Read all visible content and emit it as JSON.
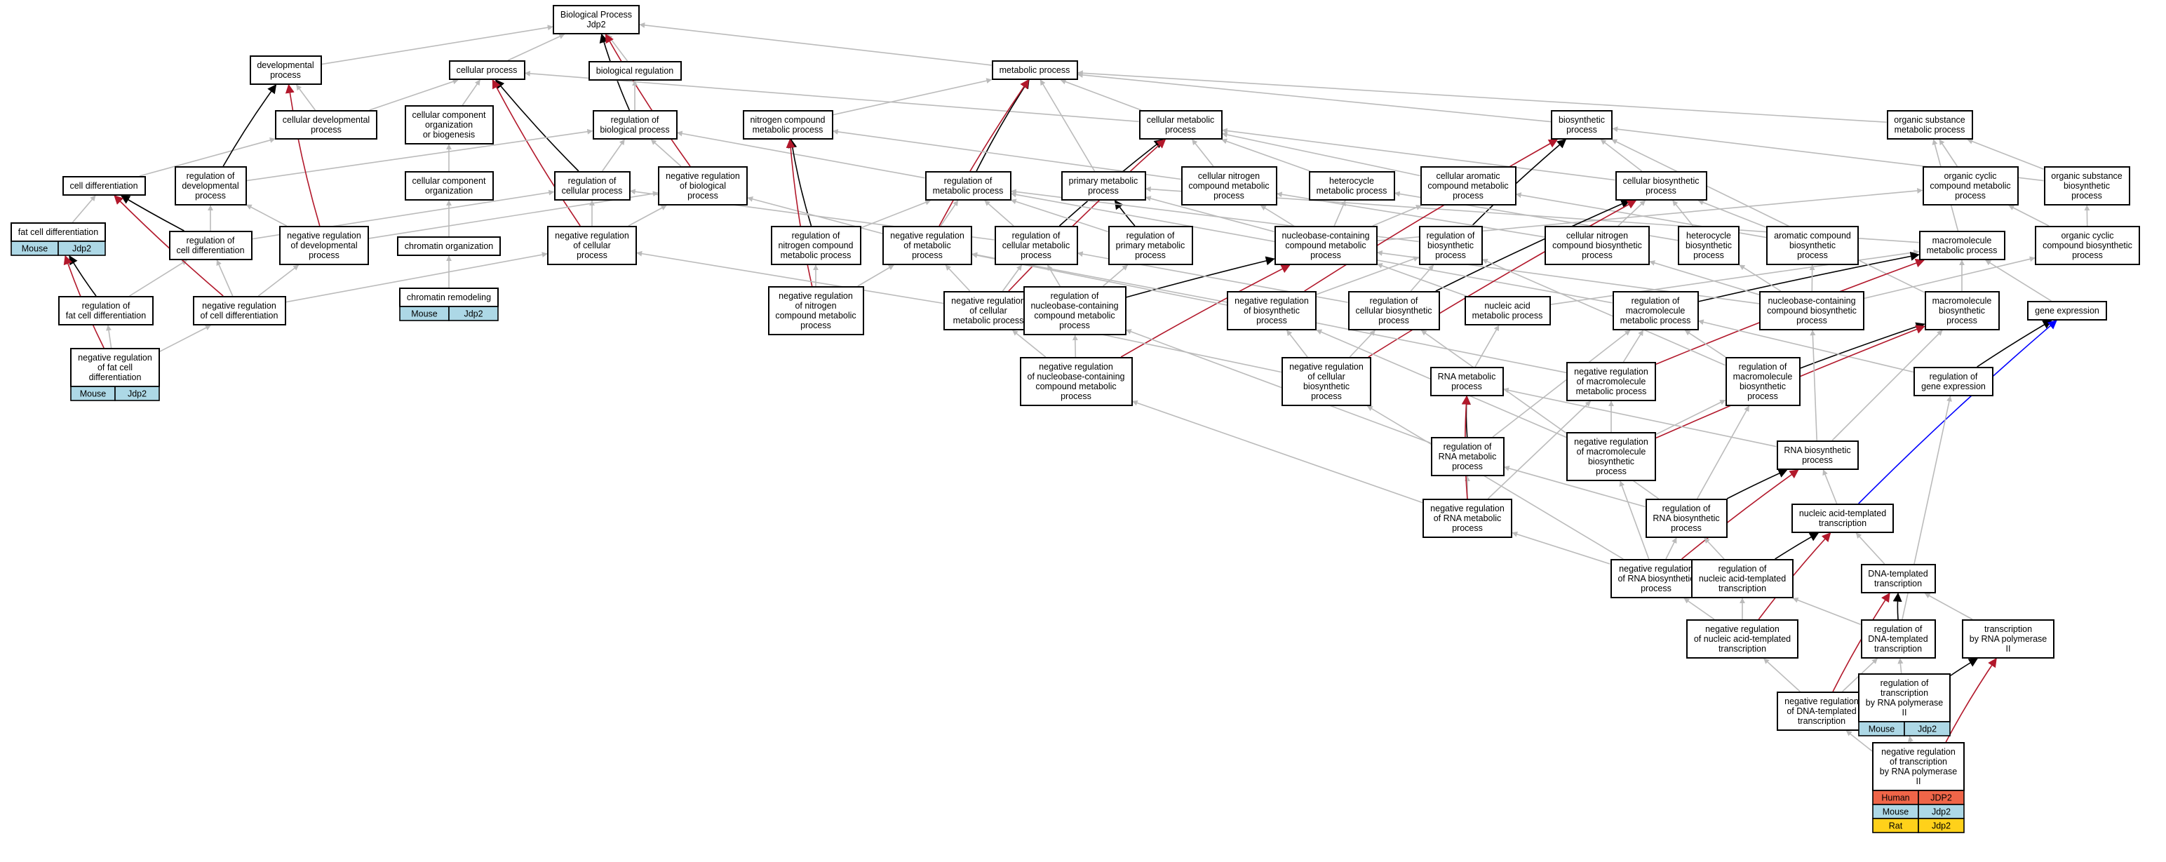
{
  "colors": {
    "edge_isa": "#bbbbbb",
    "edge_regulates": "#000000",
    "edge_negatively_regulates": "#b2182b",
    "edge_highlight": "#0000ff",
    "human": "#ef6548",
    "mouse": "#add8e6",
    "rat": "#ffd11a"
  },
  "nodes": [
    {
      "id": "bp",
      "label": "Biological Process\nJdp2"
    },
    {
      "id": "devproc",
      "label": "developmental\nprocess"
    },
    {
      "id": "cellproc",
      "label": "cellular process"
    },
    {
      "id": "bioreg",
      "label": "biological regulation"
    },
    {
      "id": "metproc",
      "label": "metabolic process"
    },
    {
      "id": "celldev",
      "label": "cellular developmental\nprocess"
    },
    {
      "id": "ccob",
      "label": "cellular component\norganization\nor biogenesis"
    },
    {
      "id": "regbio",
      "label": "regulation of\nbiological process"
    },
    {
      "id": "ncmp",
      "label": "nitrogen compound\nmetabolic process"
    },
    {
      "id": "cmp",
      "label": "cellular metabolic\nprocess"
    },
    {
      "id": "biosyn",
      "label": "biosynthetic\nprocess"
    },
    {
      "id": "osmp",
      "label": "organic substance\nmetabolic process"
    },
    {
      "id": "celldiff",
      "label": "cell differentiation"
    },
    {
      "id": "regdev",
      "label": "regulation of\ndevelopmental\nprocess"
    },
    {
      "id": "cco",
      "label": "cellular component\norganization"
    },
    {
      "id": "regcell",
      "label": "regulation of\ncellular process"
    },
    {
      "id": "negregbio",
      "label": "negative regulation\nof biological\nprocess"
    },
    {
      "id": "regmet",
      "label": "regulation of\nmetabolic process"
    },
    {
      "id": "cncmp",
      "label": "cellular nitrogen\ncompound metabolic\nprocess"
    },
    {
      "id": "hmp",
      "label": "heterocycle\nmetabolic process"
    },
    {
      "id": "cacmp",
      "label": "cellular aromatic\ncompound metabolic\nprocess"
    },
    {
      "id": "cbp",
      "label": "cellular biosynthetic\nprocess"
    },
    {
      "id": "occmp",
      "label": "organic cyclic\ncompound metabolic\nprocess"
    },
    {
      "id": "osbp",
      "label": "organic substance\nbiosynthetic\nprocess"
    },
    {
      "id": "fcd",
      "label": "fat cell differentiation"
    },
    {
      "id": "regcelldiff",
      "label": "regulation of\ncell differentiation"
    },
    {
      "id": "negregdev",
      "label": "negative regulation\nof developmental\nprocess"
    },
    {
      "id": "chromorg",
      "label": "chromatin organization"
    },
    {
      "id": "negregcell",
      "label": "negative regulation\nof cellular\nprocess"
    },
    {
      "id": "regncmp",
      "label": "regulation of\nnitrogen compound\nmetabolic process"
    },
    {
      "id": "negregmet",
      "label": "negative regulation\nof metabolic\nprocess"
    },
    {
      "id": "regcmp",
      "label": "regulation of\ncellular metabolic\nprocess"
    },
    {
      "id": "pmp",
      "label": "primary metabolic\nprocess"
    },
    {
      "id": "regpmp",
      "label": "regulation of\nprimary metabolic\nprocess"
    },
    {
      "id": "nbcmp",
      "label": "nucleobase-containing\ncompound metabolic\nprocess"
    },
    {
      "id": "regbiosyn",
      "label": "regulation of\nbiosynthetic\nprocess"
    },
    {
      "id": "cncbp",
      "label": "cellular nitrogen\ncompound biosynthetic\nprocess"
    },
    {
      "id": "hbp",
      "label": "heterocycle\nbiosynthetic\nprocess"
    },
    {
      "id": "acbp",
      "label": "aromatic compound\nbiosynthetic\nprocess"
    },
    {
      "id": "mmp",
      "label": "macromolecule\nmetabolic process"
    },
    {
      "id": "occbp",
      "label": "organic cyclic\ncompound biosynthetic\nprocess"
    },
    {
      "id": "regfcd",
      "label": "regulation of\nfat cell differentiation"
    },
    {
      "id": "negregcelldiff",
      "label": "negative regulation\nof cell differentiation"
    },
    {
      "id": "chromrem",
      "label": "chromatin remodeling"
    },
    {
      "id": "negregncmp",
      "label": "negative regulation\nof nitrogen\ncompound metabolic\nprocess"
    },
    {
      "id": "negregcmp",
      "label": "negative regulation\nof cellular\nmetabolic process"
    },
    {
      "id": "regnbcmp",
      "label": "regulation of\nnucleobase-containing\ncompound metabolic\nprocess"
    },
    {
      "id": "negregbiosyn",
      "label": "negative regulation\nof biosynthetic\nprocess"
    },
    {
      "id": "regcbp",
      "label": "regulation of\ncellular biosynthetic\nprocess"
    },
    {
      "id": "namp",
      "label": "nucleic acid\nmetabolic process"
    },
    {
      "id": "regmmp",
      "label": "regulation of\nmacromolecule\nmetabolic process"
    },
    {
      "id": "nbcbp",
      "label": "nucleobase-containing\ncompound biosynthetic\nprocess"
    },
    {
      "id": "mbp",
      "label": "macromolecule\nbiosynthetic\nprocess"
    },
    {
      "id": "geneexp",
      "label": "gene expression"
    },
    {
      "id": "negregfcd",
      "label": "negative regulation\nof fat cell\ndifferentiation"
    },
    {
      "id": "negregnbcmp",
      "label": "negative regulation\nof nucleobase-containing\ncompound metabolic\nprocess"
    },
    {
      "id": "negregcbp",
      "label": "negative regulation\nof cellular\nbiosynthetic\nprocess"
    },
    {
      "id": "rnamp",
      "label": "RNA metabolic\nprocess"
    },
    {
      "id": "negregmmp",
      "label": "negative regulation\nof macromolecule\nmetabolic process"
    },
    {
      "id": "regmbp",
      "label": "regulation of\nmacromolecule\nbiosynthetic\nprocess"
    },
    {
      "id": "reggeneexp",
      "label": "regulation of\ngene expression"
    },
    {
      "id": "regrnamp",
      "label": "regulation of\nRNA metabolic\nprocess"
    },
    {
      "id": "negregmbp",
      "label": "negative regulation\nof macromolecule\nbiosynthetic\nprocess"
    },
    {
      "id": "rnabp",
      "label": "RNA biosynthetic\nprocess"
    },
    {
      "id": "negregrnamp",
      "label": "negative regulation\nof RNA metabolic\nprocess"
    },
    {
      "id": "regrnabp",
      "label": "regulation of\nRNA biosynthetic\nprocess"
    },
    {
      "id": "natt",
      "label": "nucleic acid-templated\ntranscription"
    },
    {
      "id": "negregrnabp",
      "label": "negative regulation\nof RNA biosynthetic\nprocess"
    },
    {
      "id": "regnatt",
      "label": "regulation of\nnucleic acid-templated\ntranscription"
    },
    {
      "id": "dtt",
      "label": "DNA-templated\ntranscription"
    },
    {
      "id": "negregnatt",
      "label": "negative regulation\nof nucleic acid-templated\ntranscription"
    },
    {
      "id": "regdtt",
      "label": "regulation of\nDNA-templated\ntranscription"
    },
    {
      "id": "trnap2",
      "label": "transcription\nby RNA polymerase\nII"
    },
    {
      "id": "negregdtt",
      "label": "negative regulation\nof DNA-templated\ntranscription"
    },
    {
      "id": "regtrnap2",
      "label": "regulation of\ntranscription\nby RNA polymerase\nII"
    },
    {
      "id": "negregtrnap2",
      "label": "negative regulation\nof transcription\nby RNA polymerase\nII"
    }
  ],
  "annotations": [
    {
      "node": "fcd",
      "rows": [
        [
          "Mouse",
          "Jdp2"
        ]
      ],
      "species": [
        "mouse"
      ]
    },
    {
      "node": "negregfcd",
      "rows": [
        [
          "Mouse",
          "Jdp2"
        ]
      ],
      "species": [
        "mouse"
      ]
    },
    {
      "node": "chromrem",
      "rows": [
        [
          "Mouse",
          "Jdp2"
        ]
      ],
      "species": [
        "mouse"
      ]
    },
    {
      "node": "regtrnap2",
      "rows": [
        [
          "Mouse",
          "Jdp2"
        ]
      ],
      "species": [
        "mouse"
      ]
    },
    {
      "node": "negregtrnap2",
      "rows": [
        [
          "Human",
          "JDP2"
        ],
        [
          "Mouse",
          "Jdp2"
        ],
        [
          "Rat",
          "Jdp2"
        ]
      ],
      "species": [
        "human",
        "mouse",
        "rat"
      ]
    }
  ],
  "edges": [
    [
      "devproc",
      "bp",
      "i"
    ],
    [
      "cellproc",
      "bp",
      "i"
    ],
    [
      "bioreg",
      "bp",
      "i"
    ],
    [
      "metproc",
      "bp",
      "i"
    ],
    [
      "regbio",
      "bp",
      "r"
    ],
    [
      "negregbio",
      "bp",
      "n"
    ],
    [
      "celldev",
      "devproc",
      "i"
    ],
    [
      "celldev",
      "cellproc",
      "i"
    ],
    [
      "ccob",
      "cellproc",
      "i"
    ],
    [
      "regbio",
      "bioreg",
      "i"
    ],
    [
      "regcell",
      "regbio",
      "i"
    ],
    [
      "negregbio",
      "regbio",
      "i"
    ],
    [
      "regcell",
      "cellproc",
      "r"
    ],
    [
      "negregcell",
      "cellproc",
      "n"
    ],
    [
      "ncmp",
      "metproc",
      "i"
    ],
    [
      "cmp",
      "metproc",
      "i"
    ],
    [
      "biosyn",
      "metproc",
      "i"
    ],
    [
      "osmp",
      "metproc",
      "i"
    ],
    [
      "cmp",
      "cellproc",
      "i"
    ],
    [
      "pmp",
      "metproc",
      "i"
    ],
    [
      "regmet",
      "regbio",
      "i"
    ],
    [
      "regmet",
      "metproc",
      "r"
    ],
    [
      "negregmet",
      "metproc",
      "n"
    ],
    [
      "celldiff",
      "celldev",
      "i"
    ],
    [
      "regdev",
      "regbio",
      "i"
    ],
    [
      "regdev",
      "devproc",
      "r"
    ],
    [
      "negregdev",
      "devproc",
      "n"
    ],
    [
      "cco",
      "ccob",
      "i"
    ],
    [
      "chromorg",
      "cco",
      "i"
    ],
    [
      "chromrem",
      "chromorg",
      "i"
    ],
    [
      "negregcell",
      "regcell",
      "i"
    ],
    [
      "negregcell",
      "negregbio",
      "i"
    ],
    [
      "fcd",
      "celldiff",
      "i"
    ],
    [
      "regcelldiff",
      "regdev",
      "i"
    ],
    [
      "regcelldiff",
      "regcell",
      "i"
    ],
    [
      "regcelldiff",
      "celldiff",
      "r"
    ],
    [
      "negregdev",
      "regdev",
      "i"
    ],
    [
      "negregdev",
      "negregbio",
      "i"
    ],
    [
      "regfcd",
      "regcelldiff",
      "i"
    ],
    [
      "regfcd",
      "fcd",
      "r"
    ],
    [
      "negregcelldiff",
      "regcelldiff",
      "i"
    ],
    [
      "negregcelldiff",
      "negregdev",
      "i"
    ],
    [
      "negregcelldiff",
      "negregcell",
      "i"
    ],
    [
      "negregcelldiff",
      "celldiff",
      "n"
    ],
    [
      "negregfcd",
      "regfcd",
      "i"
    ],
    [
      "negregfcd",
      "negregcelldiff",
      "i"
    ],
    [
      "negregfcd",
      "fcd",
      "n"
    ],
    [
      "cncmp",
      "ncmp",
      "i"
    ],
    [
      "cncmp",
      "cmp",
      "i"
    ],
    [
      "hmp",
      "cmp",
      "i"
    ],
    [
      "cacmp",
      "cmp",
      "i"
    ],
    [
      "cbp",
      "cmp",
      "i"
    ],
    [
      "cbp",
      "biosyn",
      "i"
    ],
    [
      "occmp",
      "osmp",
      "i"
    ],
    [
      "osbp",
      "osmp",
      "i"
    ],
    [
      "osbp",
      "biosyn",
      "i"
    ],
    [
      "regncmp",
      "regmet",
      "i"
    ],
    [
      "regncmp",
      "ncmp",
      "r"
    ],
    [
      "negregmet",
      "regmet",
      "i"
    ],
    [
      "negregmet",
      "negregbio",
      "i"
    ],
    [
      "regcmp",
      "regmet",
      "i"
    ],
    [
      "regcmp",
      "regcell",
      "i"
    ],
    [
      "regcmp",
      "cmp",
      "r"
    ],
    [
      "regpmp",
      "regmet",
      "i"
    ],
    [
      "regpmp",
      "pmp",
      "r"
    ],
    [
      "nbcmp",
      "cncmp",
      "i"
    ],
    [
      "nbcmp",
      "hmp",
      "i"
    ],
    [
      "nbcmp",
      "cacmp",
      "i"
    ],
    [
      "nbcmp",
      "occmp",
      "i"
    ],
    [
      "nbcmp",
      "pmp",
      "i"
    ],
    [
      "regbiosyn",
      "regmet",
      "i"
    ],
    [
      "regbiosyn",
      "biosyn",
      "r"
    ],
    [
      "cncbp",
      "cncmp",
      "i"
    ],
    [
      "cncbp",
      "cbp",
      "i"
    ],
    [
      "hbp",
      "hmp",
      "i"
    ],
    [
      "hbp",
      "cbp",
      "i"
    ],
    [
      "acbp",
      "cacmp",
      "i"
    ],
    [
      "acbp",
      "cbp",
      "i"
    ],
    [
      "mmp",
      "osmp",
      "i"
    ],
    [
      "mmp",
      "pmp",
      "i"
    ],
    [
      "occbp",
      "occmp",
      "i"
    ],
    [
      "occbp",
      "osbp",
      "i"
    ],
    [
      "negregncmp",
      "regncmp",
      "i"
    ],
    [
      "negregncmp",
      "negregmet",
      "i"
    ],
    [
      "negregncmp",
      "ncmp",
      "n"
    ],
    [
      "negregcmp",
      "regcmp",
      "i"
    ],
    [
      "negregcmp",
      "negregmet",
      "i"
    ],
    [
      "negregcmp",
      "negregcell",
      "i"
    ],
    [
      "negregcmp",
      "cmp",
      "n"
    ],
    [
      "regnbcmp",
      "regcmp",
      "i"
    ],
    [
      "regnbcmp",
      "regpmp",
      "i"
    ],
    [
      "regnbcmp",
      "nbcmp",
      "r"
    ],
    [
      "negregbiosyn",
      "regbiosyn",
      "i"
    ],
    [
      "negregbiosyn",
      "negregmet",
      "i"
    ],
    [
      "negregbiosyn",
      "biosyn",
      "n"
    ],
    [
      "regcbp",
      "regbiosyn",
      "i"
    ],
    [
      "regcbp",
      "regcmp",
      "i"
    ],
    [
      "regcbp",
      "cbp",
      "r"
    ],
    [
      "namp",
      "nbcmp",
      "i"
    ],
    [
      "namp",
      "mmp",
      "i"
    ],
    [
      "regmmp",
      "regmet",
      "i"
    ],
    [
      "regmmp",
      "mmp",
      "r"
    ],
    [
      "nbcbp",
      "nbcmp",
      "i"
    ],
    [
      "nbcbp",
      "cncbp",
      "i"
    ],
    [
      "nbcbp",
      "hbp",
      "i"
    ],
    [
      "nbcbp",
      "acbp",
      "i"
    ],
    [
      "nbcbp",
      "occbp",
      "i"
    ],
    [
      "mbp",
      "mmp",
      "i"
    ],
    [
      "mbp",
      "biosyn",
      "i"
    ],
    [
      "geneexp",
      "mmp",
      "i"
    ],
    [
      "negregnbcmp",
      "regnbcmp",
      "i"
    ],
    [
      "negregnbcmp",
      "negregcmp",
      "i"
    ],
    [
      "negregnbcmp",
      "nbcmp",
      "n"
    ],
    [
      "negregcbp",
      "regcbp",
      "i"
    ],
    [
      "negregcbp",
      "negregbiosyn",
      "i"
    ],
    [
      "negregcbp",
      "negregcmp",
      "i"
    ],
    [
      "negregcbp",
      "cbp",
      "n"
    ],
    [
      "rnamp",
      "namp",
      "i"
    ],
    [
      "negregmmp",
      "regmmp",
      "i"
    ],
    [
      "negregmmp",
      "negregmet",
      "i"
    ],
    [
      "negregmmp",
      "mmp",
      "n"
    ],
    [
      "regmbp",
      "regmmp",
      "i"
    ],
    [
      "regmbp",
      "regbiosyn",
      "i"
    ],
    [
      "regmbp",
      "mbp",
      "r"
    ],
    [
      "reggeneexp",
      "regmmp",
      "i"
    ],
    [
      "reggeneexp",
      "geneexp",
      "r"
    ],
    [
      "regrnamp",
      "regnbcmp",
      "i"
    ],
    [
      "regrnamp",
      "regmmp",
      "i"
    ],
    [
      "regrnamp",
      "rnamp",
      "r"
    ],
    [
      "negregmbp",
      "regmbp",
      "i"
    ],
    [
      "negregmbp",
      "negregmmp",
      "i"
    ],
    [
      "negregmbp",
      "negregbiosyn",
      "i"
    ],
    [
      "negregmbp",
      "mbp",
      "n"
    ],
    [
      "rnabp",
      "rnamp",
      "i"
    ],
    [
      "rnabp",
      "nbcbp",
      "i"
    ],
    [
      "rnabp",
      "mbp",
      "i"
    ],
    [
      "negregrnamp",
      "regrnamp",
      "i"
    ],
    [
      "negregrnamp",
      "negregnbcmp",
      "i"
    ],
    [
      "negregrnamp",
      "negregmmp",
      "i"
    ],
    [
      "negregrnamp",
      "rnamp",
      "n"
    ],
    [
      "regrnabp",
      "regrnamp",
      "i"
    ],
    [
      "regrnabp",
      "regcbp",
      "i"
    ],
    [
      "regrnabp",
      "regmbp",
      "i"
    ],
    [
      "regrnabp",
      "rnabp",
      "r"
    ],
    [
      "natt",
      "rnabp",
      "i"
    ],
    [
      "natt",
      "geneexp",
      "h"
    ],
    [
      "negregrnabp",
      "regrnabp",
      "i"
    ],
    [
      "negregrnabp",
      "negregrnamp",
      "i"
    ],
    [
      "negregrnabp",
      "negregcbp",
      "i"
    ],
    [
      "negregrnabp",
      "negregmbp",
      "i"
    ],
    [
      "negregrnabp",
      "rnabp",
      "n"
    ],
    [
      "regnatt",
      "regrnabp",
      "i"
    ],
    [
      "regnatt",
      "natt",
      "r"
    ],
    [
      "dtt",
      "natt",
      "i"
    ],
    [
      "negregnatt",
      "regnatt",
      "i"
    ],
    [
      "negregnatt",
      "negregrnabp",
      "i"
    ],
    [
      "negregnatt",
      "natt",
      "n"
    ],
    [
      "regdtt",
      "regnatt",
      "i"
    ],
    [
      "regdtt",
      "dtt",
      "r"
    ],
    [
      "regdtt",
      "reggeneexp",
      "i"
    ],
    [
      "trnap2",
      "dtt",
      "i"
    ],
    [
      "negregdtt",
      "regdtt",
      "i"
    ],
    [
      "negregdtt",
      "negregnatt",
      "i"
    ],
    [
      "negregdtt",
      "dtt",
      "n"
    ],
    [
      "regtrnap2",
      "regdtt",
      "i"
    ],
    [
      "regtrnap2",
      "trnap2",
      "r"
    ],
    [
      "negregtrnap2",
      "regtrnap2",
      "i"
    ],
    [
      "negregtrnap2",
      "negregdtt",
      "i"
    ],
    [
      "negregtrnap2",
      "trnap2",
      "n"
    ]
  ]
}
